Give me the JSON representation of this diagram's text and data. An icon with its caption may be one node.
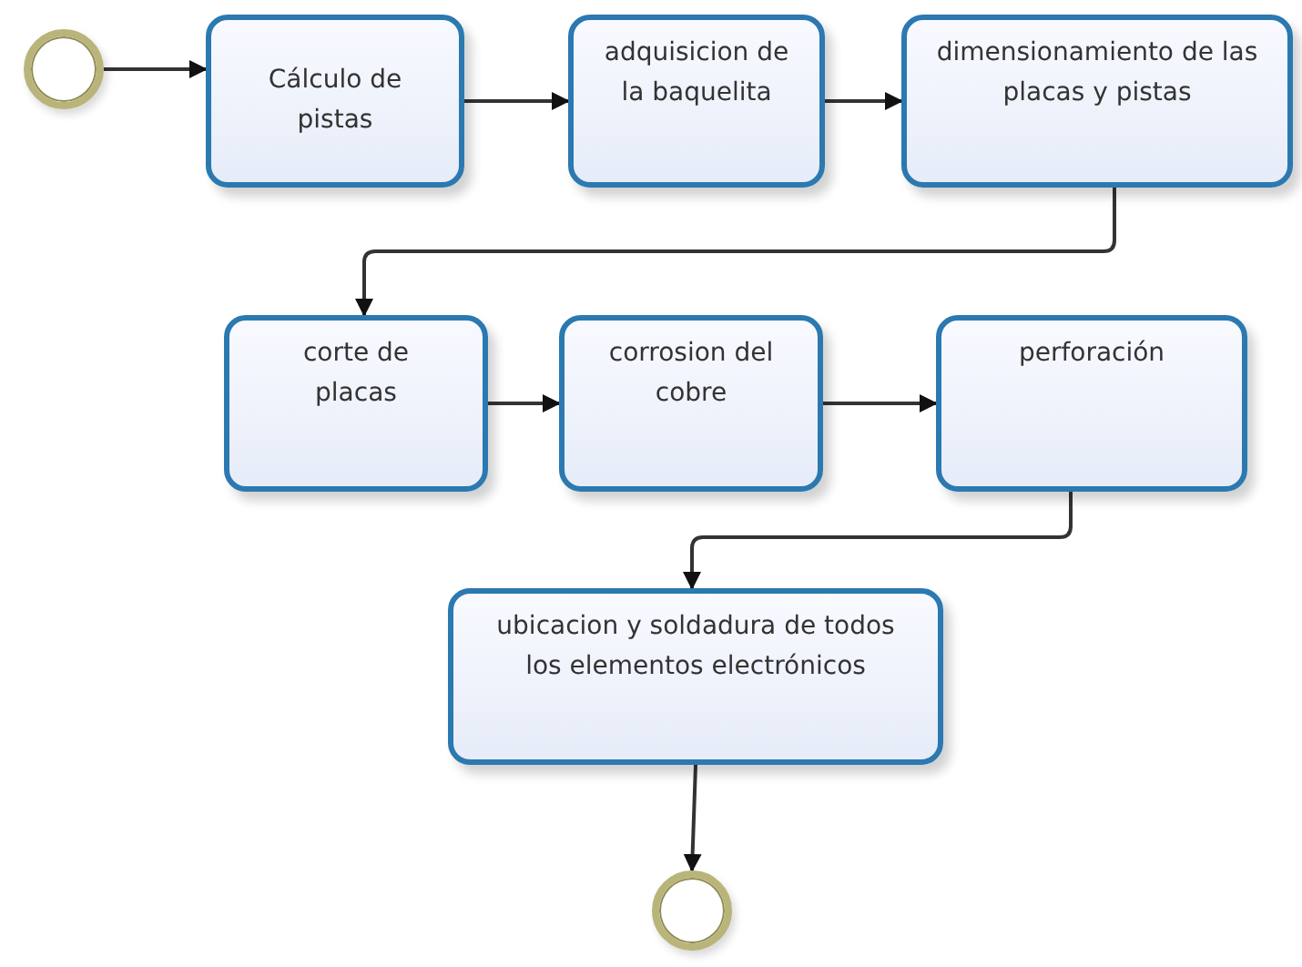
{
  "diagram": {
    "nodes": [
      {
        "text": [],
        "shape": "circle"
      },
      {
        "text": [
          "Cálculo de pistas"
        ]
      },
      {
        "text": [
          "adquisicion de la baquelita"
        ]
      },
      {
        "text": [
          "dimensionamiento de las placas y pistas"
        ]
      },
      {
        "text": [
          "corte de placas"
        ]
      },
      {
        "text": [
          "corrosion del cobre"
        ]
      },
      {
        "text": [
          "perforación"
        ]
      },
      {
        "text": [
          "ubicacion y soldadura de todos los elementos electrónicos"
        ]
      },
      {
        "text": [],
        "shape": "circle"
      }
    ],
    "edges": [
      {
        "from": 0,
        "to": 1,
        "arrow": "to"
      },
      {
        "from": 1,
        "to": 2,
        "arrow": "to"
      },
      {
        "from": 2,
        "to": 3,
        "arrow": "to"
      },
      {
        "from": 3,
        "to": 4,
        "arrow": "to"
      },
      {
        "from": 4,
        "to": 5,
        "arrow": "to"
      },
      {
        "from": 5,
        "to": 6,
        "arrow": "to"
      },
      {
        "from": 6,
        "to": 7,
        "arrow": "to"
      },
      {
        "from": 7,
        "to": 8,
        "arrow": "to"
      }
    ]
  }
}
